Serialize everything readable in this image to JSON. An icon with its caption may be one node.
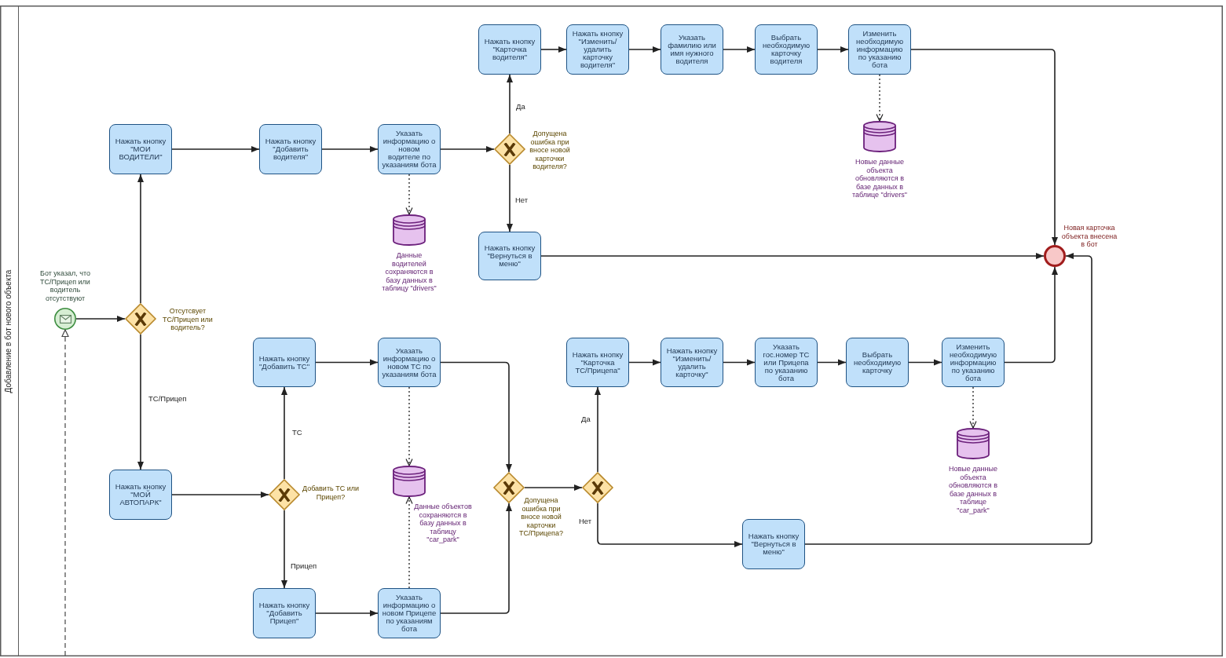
{
  "diagram": {
    "nodes": [
      {
        "text": [
          "Добавление в бот нового объекта"
        ]
      },
      {
        "text": [],
        "shape": "circle",
        "beside": [
          "Бот указал, что ТС/Прицеп или водитель отсутствуют"
        ],
        "in": 0
      },
      {
        "text": [],
        "shape": "diamond",
        "beside": [
          "Отсутсвует ТС/Прицеп или водитель?"
        ],
        "in": 0
      },
      {
        "text": [
          "Нажать кнопку \"МОИ ВОДИТЕЛИ\""
        ],
        "in": 0
      },
      {
        "text": [
          "Нажать кнопку \"Добавить водителя\""
        ],
        "in": 0
      },
      {
        "text": [
          "Указать информацию о новом водителе по указаниям бота"
        ],
        "in": 0
      },
      {
        "text": [],
        "shape": "diamond",
        "beside": [
          "Допущена ошибка при вносе новой карточки водителя?"
        ],
        "in": 0
      },
      {
        "text": [
          "Нажать кнопку \"Карточка водителя\""
        ],
        "in": 0
      },
      {
        "text": [
          "Нажать кнопку \"Изменить/ удалить карточку водителя\""
        ],
        "in": 0
      },
      {
        "text": [
          "Указать фамилию или имя нужного водителя"
        ],
        "in": 0
      },
      {
        "text": [
          "Выбрать необходимую карточку водителя"
        ],
        "in": 0
      },
      {
        "text": [
          "Изменить необходимую информацию по указанию бота"
        ],
        "in": 0
      },
      {
        "text": [],
        "shape": "cylinder",
        "beside": [
          "Новые данные объекта обновляются в базе данных в таблице \"drivers\""
        ],
        "in": 0
      },
      {
        "text": [],
        "shape": "cylinder",
        "beside": [
          "Данные водителей сохраняются в базу данных в таблицу \"drivers\""
        ],
        "in": 0
      },
      {
        "text": [
          "Нажать кнопку \"Вернуться в меню\""
        ],
        "in": 0
      },
      {
        "text": [],
        "shape": "circle",
        "beside": [
          "Новая карточка объекта внесена в бот"
        ],
        "in": 0
      },
      {
        "text": [
          "Нажать кнопку \"МОЙ АВТОПАРК\""
        ],
        "in": 0
      },
      {
        "text": [],
        "shape": "diamond",
        "beside": [
          "Добавить ТС или Прицеп?"
        ],
        "in": 0
      },
      {
        "text": [
          "Нажать кнопку \"Добавить ТС\""
        ],
        "in": 0
      },
      {
        "text": [
          "Нажать кнопку \"Добавить Прицеп\""
        ],
        "in": 0
      },
      {
        "text": [
          "Указать информацию о новом ТС по указаниям бота"
        ],
        "in": 0
      },
      {
        "text": [
          "Указать информацию о новом Прицепе по указаниям бота"
        ],
        "in": 0
      },
      {
        "text": [],
        "shape": "cylinder",
        "beside": [
          "Данные объектов сохраняются в базу данных в таблицу \"car_park\""
        ],
        "in": 0
      },
      {
        "text": [],
        "shape": "diamond",
        "beside": [
          "Допущена ошибка при вносе новой карточки ТС/Прицепа?"
        ],
        "in": 0
      },
      {
        "text": [],
        "shape": "diamond",
        "in": 0
      },
      {
        "text": [
          "Нажать кнопку \"Карточка ТС/Прицепа\""
        ],
        "in": 0
      },
      {
        "text": [
          "Нажать кнопку \"Изменить/ удалить карточку\""
        ],
        "in": 0
      },
      {
        "text": [
          "Указать гос.номер ТС или Прицепа по указанию бота"
        ],
        "in": 0
      },
      {
        "text": [
          "Выбрать необходимую карточку"
        ],
        "in": 0
      },
      {
        "text": [
          "Изменить необходимую информацию по указанию бота"
        ],
        "in": 0
      },
      {
        "text": [],
        "shape": "cylinder",
        "beside": [
          "Новые данные объекта обновляются в базе данных в таблице \"car_park\""
        ],
        "in": 0
      },
      {
        "text": [
          "Нажать кнопку \"Вернуться в меню\""
        ],
        "in": 0
      }
    ],
    "edges": [
      {
        "from": null,
        "to": 1,
        "arrow": "to",
        "style": "dashed"
      },
      {
        "from": 1,
        "to": 2,
        "arrow": "to"
      },
      {
        "from": 2,
        "to": 3,
        "arrow": "to"
      },
      {
        "from": 2,
        "to": 16,
        "arrow": "to",
        "label": "ТС/Прицеп"
      },
      {
        "from": 3,
        "to": 4,
        "arrow": "to"
      },
      {
        "from": 4,
        "to": 5,
        "arrow": "to"
      },
      {
        "from": 5,
        "to": 6,
        "arrow": "to"
      },
      {
        "from": 6,
        "to": 7,
        "arrow": "to",
        "label": "Да"
      },
      {
        "from": 6,
        "to": 14,
        "arrow": "to",
        "label": "Нет"
      },
      {
        "from": 7,
        "to": 8,
        "arrow": "to"
      },
      {
        "from": 8,
        "to": 9,
        "arrow": "to"
      },
      {
        "from": 9,
        "to": 10,
        "arrow": "to"
      },
      {
        "from": 10,
        "to": 11,
        "arrow": "to"
      },
      {
        "from": 11,
        "to": 15,
        "arrow": "to"
      },
      {
        "from": 14,
        "to": 15,
        "arrow": "to"
      },
      {
        "from": 5,
        "to": 13,
        "arrow": "to",
        "style": "dashed"
      },
      {
        "from": 11,
        "to": 12,
        "arrow": "to",
        "style": "dashed"
      },
      {
        "from": 16,
        "to": 17,
        "arrow": "to"
      },
      {
        "from": 17,
        "to": 18,
        "arrow": "to",
        "label": "ТС"
      },
      {
        "from": 17,
        "to": 19,
        "arrow": "to",
        "label": "Прицеп"
      },
      {
        "from": 18,
        "to": 20,
        "arrow": "to"
      },
      {
        "from": 19,
        "to": 21,
        "arrow": "to"
      },
      {
        "from": 20,
        "to": 22,
        "arrow": "to",
        "style": "dashed"
      },
      {
        "from": 21,
        "to": 22,
        "arrow": "to",
        "style": "dashed"
      },
      {
        "from": 20,
        "to": 23,
        "arrow": "to"
      },
      {
        "from": 21,
        "to": 23,
        "arrow": "to"
      },
      {
        "from": 23,
        "to": 24,
        "arrow": "to"
      },
      {
        "from": 24,
        "to": 25,
        "arrow": "to",
        "label": "Да"
      },
      {
        "from": 24,
        "to": 31,
        "arrow": "to",
        "label": "Нет"
      },
      {
        "from": 25,
        "to": 26,
        "arrow": "to"
      },
      {
        "from": 26,
        "to": 27,
        "arrow": "to"
      },
      {
        "from": 27,
        "to": 28,
        "arrow": "to"
      },
      {
        "from": 28,
        "to": 29,
        "arrow": "to"
      },
      {
        "from": 29,
        "to": 30,
        "arrow": "to",
        "style": "dashed"
      },
      {
        "from": 29,
        "to": 15,
        "arrow": "to"
      },
      {
        "from": 31,
        "to": 15,
        "arrow": "to"
      }
    ]
  }
}
